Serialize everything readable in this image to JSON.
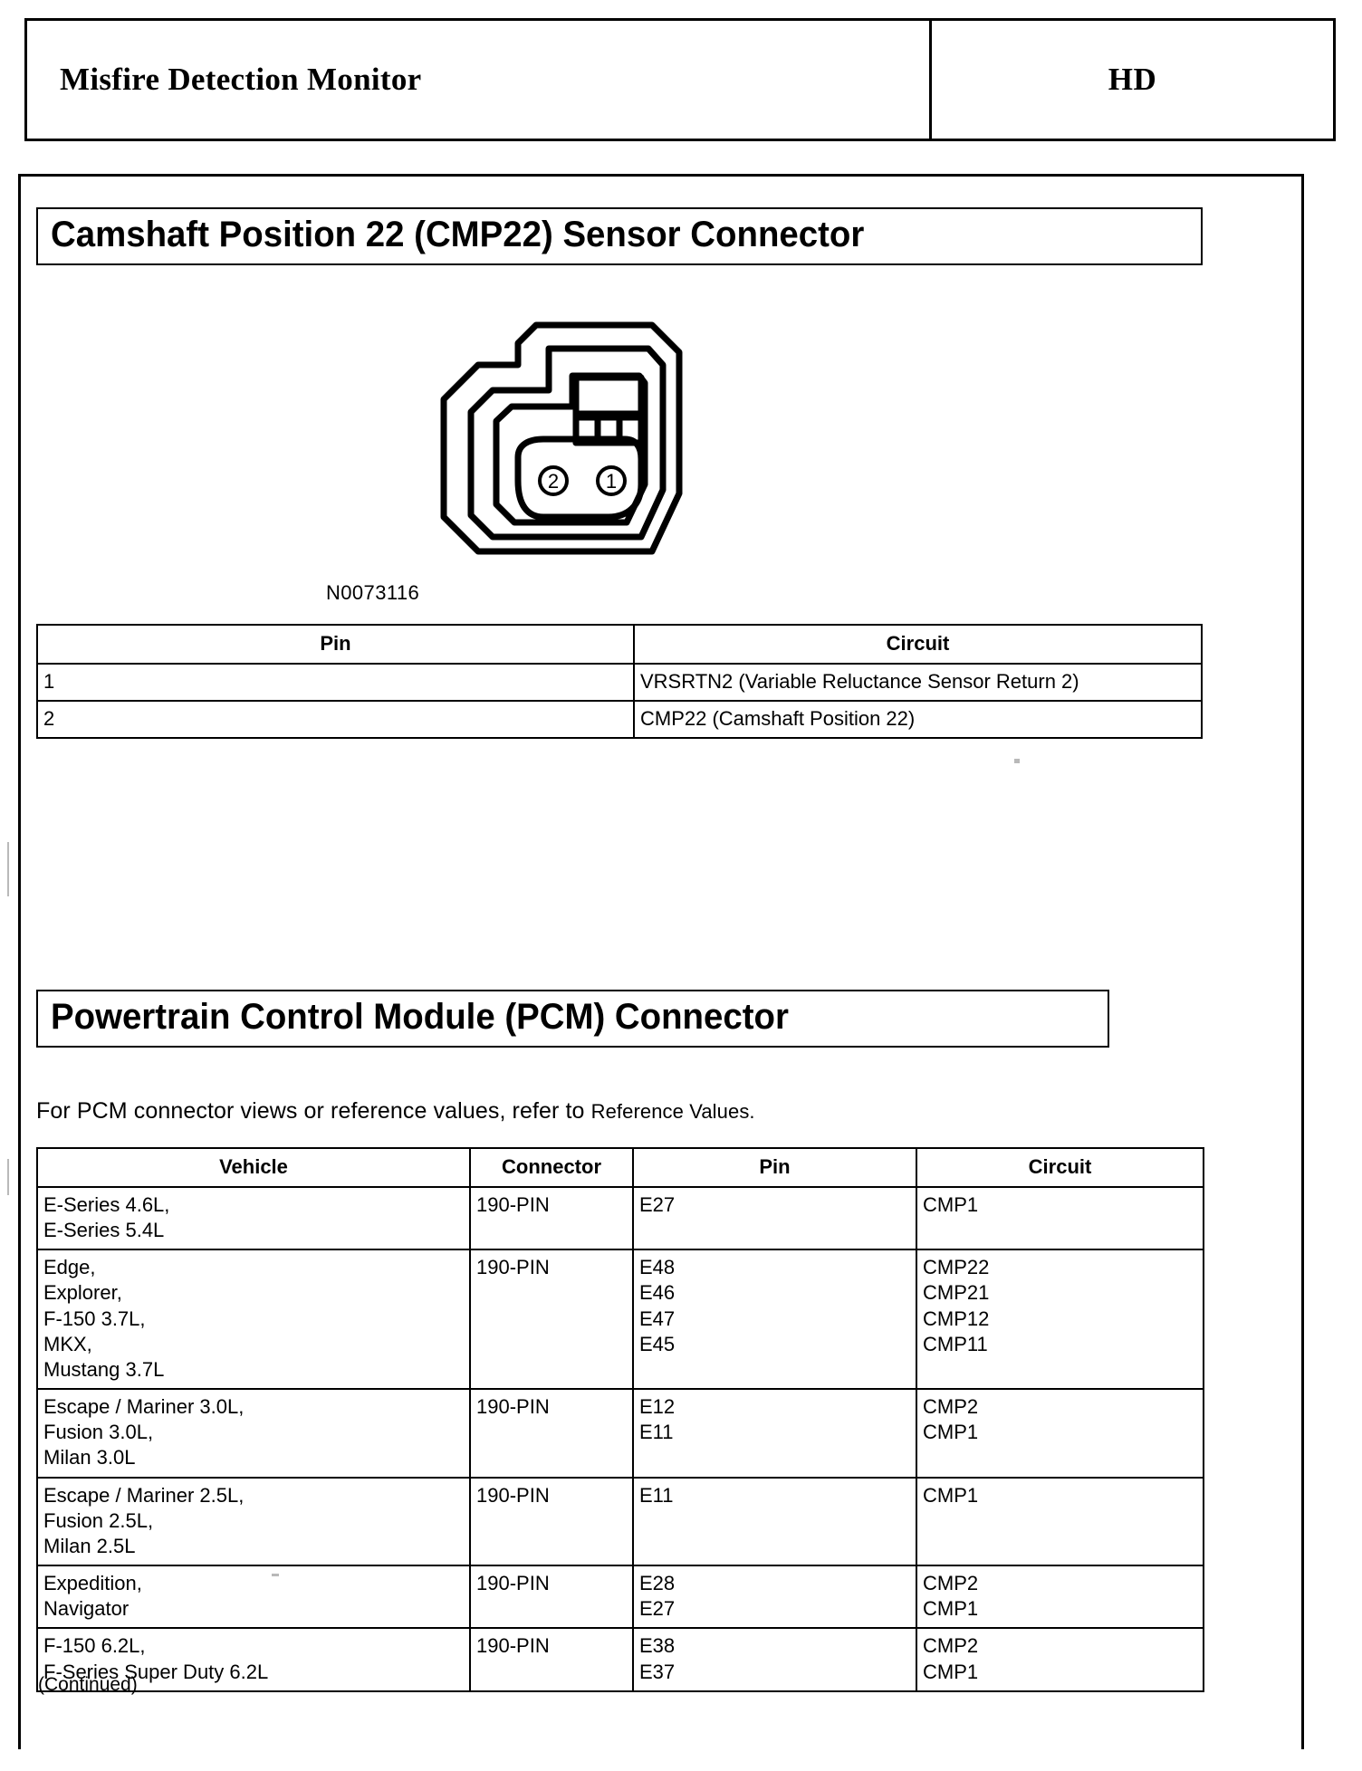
{
  "header": {
    "title": "Misfire Detection Monitor",
    "tag": "HD"
  },
  "sections": {
    "cmp22": {
      "heading": "Camshaft Position 22 (CMP22) Sensor Connector",
      "figure": {
        "part_number": "N0073116",
        "pin_labels": [
          "2",
          "1"
        ]
      },
      "table": {
        "columns": [
          "Pin",
          "Circuit"
        ],
        "rows": [
          {
            "pin": "1",
            "circuit": "VRSRTN2 (Variable Reluctance Sensor Return 2)"
          },
          {
            "pin": "2",
            "circuit": "CMP22 (Camshaft Position 22)"
          }
        ]
      }
    },
    "pcm": {
      "heading": "Powertrain Control Module (PCM) Connector",
      "note_text": "For PCM connector views or reference values, refer to ",
      "note_xref": "Reference Values.",
      "table": {
        "columns": [
          "Vehicle",
          "Connector",
          "Pin",
          "Circuit"
        ],
        "rows": [
          {
            "vehicle": [
              "E-Series 4.6L,",
              "E-Series 5.4L"
            ],
            "connector": "190-PIN",
            "pin": [
              "E27"
            ],
            "circuit": [
              "CMP1"
            ]
          },
          {
            "vehicle": [
              "Edge,",
              "Explorer,",
              "F-150 3.7L,",
              "MKX,",
              "Mustang 3.7L"
            ],
            "connector": "190-PIN",
            "pin": [
              "E48",
              "E46",
              "E47",
              "E45"
            ],
            "circuit": [
              "CMP22",
              "CMP21",
              "CMP12",
              "CMP11"
            ]
          },
          {
            "vehicle": [
              "Escape / Mariner 3.0L,",
              "Fusion 3.0L,",
              "Milan 3.0L"
            ],
            "connector": "190-PIN",
            "pin": [
              "E12",
              "E11"
            ],
            "circuit": [
              "CMP2",
              "CMP1"
            ]
          },
          {
            "vehicle": [
              "Escape / Mariner 2.5L,",
              "Fusion 2.5L,",
              "Milan 2.5L"
            ],
            "connector": "190-PIN",
            "pin": [
              "E11"
            ],
            "circuit": [
              "CMP1"
            ]
          },
          {
            "vehicle": [
              "Expedition,",
              "Navigator"
            ],
            "connector": "190-PIN",
            "pin": [
              "E28",
              "E27"
            ],
            "circuit": [
              "CMP2",
              "CMP1"
            ]
          },
          {
            "vehicle": [
              "F-150 6.2L,",
              "F-Series Super Duty 6.2L"
            ],
            "connector": "190-PIN",
            "pin": [
              "E38",
              "E37"
            ],
            "circuit": [
              "CMP2",
              "CMP1"
            ]
          }
        ],
        "footnote": "(Continued)"
      }
    }
  },
  "colors": {
    "ink": "#000000",
    "paper": "#ffffff"
  }
}
